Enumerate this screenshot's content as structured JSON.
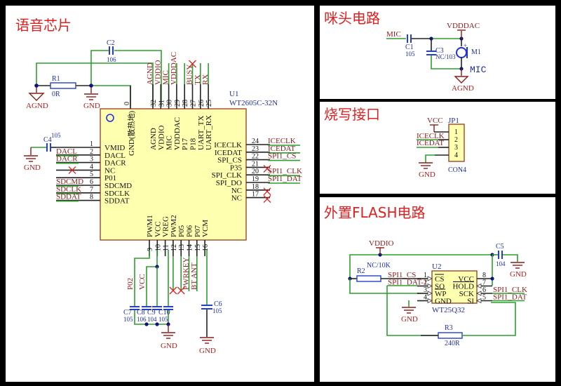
{
  "sections": {
    "voice_chip": {
      "title": "语音芯片",
      "chip": {
        "ref": "U1",
        "part": "WT2605C-32N",
        "thermal_pin_label": "GND(散热地)",
        "thermal_pin_num": "0",
        "left_pins": [
          {
            "num": "1",
            "name": "VMID",
            "net": ""
          },
          {
            "num": "2",
            "name": "DACL",
            "net": "DACL"
          },
          {
            "num": "3",
            "name": "DACR",
            "net": "DACR"
          },
          {
            "num": "4",
            "name": "NC",
            "net": "",
            "nc": true
          },
          {
            "num": "5",
            "name": "P01",
            "net": ""
          },
          {
            "num": "6",
            "name": "SDCMD",
            "net": "SDCMD"
          },
          {
            "num": "7",
            "name": "SDCLK",
            "net": "SDCLK"
          },
          {
            "num": "8",
            "name": "SDDAT",
            "net": "SDDAT"
          }
        ],
        "top_pins": [
          {
            "num": "32",
            "name": "AGND",
            "net": "AGND"
          },
          {
            "num": "31",
            "name": "VDDIO",
            "net": "VDDIO"
          },
          {
            "num": "30",
            "name": "MIC",
            "net": "MIC"
          },
          {
            "num": "29",
            "name": "VDDDAC",
            "net": "VDDDAC"
          },
          {
            "num": "28",
            "name": "P17",
            "net": ""
          },
          {
            "num": "27",
            "name": "P18",
            "net": "BUSY",
            "nc": true
          },
          {
            "num": "26",
            "name": "UART_TX",
            "net": "TX"
          },
          {
            "num": "25",
            "name": "UART_RX",
            "net": "RX"
          }
        ],
        "right_pins": [
          {
            "num": "24",
            "name": "ICECLK",
            "net": "ICECLK"
          },
          {
            "num": "23",
            "name": "ICEDAT",
            "net": "ICEDAT"
          },
          {
            "num": "22",
            "name": "SPI_CS",
            "net": "SPI1_CS"
          },
          {
            "num": "21",
            "name": "P35",
            "net": "",
            "nc": true
          },
          {
            "num": "20",
            "name": "SPI_CLK",
            "net": "SPI1_CLK"
          },
          {
            "num": "19",
            "name": "SPI_DO",
            "net": "SPI1_DAT"
          },
          {
            "num": "18",
            "name": "NC",
            "net": "",
            "nc": true
          },
          {
            "num": "17",
            "name": "NC",
            "net": "",
            "nc": true
          }
        ],
        "bottom_pins": [
          {
            "num": "9",
            "name": "PWM1",
            "net": "P02"
          },
          {
            "num": "10",
            "name": "VCC",
            "net": "VCC"
          },
          {
            "num": "11",
            "name": "VREG",
            "net": ""
          },
          {
            "num": "12",
            "name": "PWM2",
            "net": "",
            "nc": true
          },
          {
            "num": "13",
            "name": "P05",
            "net": "",
            "nc": true
          },
          {
            "num": "14",
            "name": "P06",
            "net": "PWRKEY"
          },
          {
            "num": "15",
            "name": "P07",
            "net": "BT_ANT"
          },
          {
            "num": "16",
            "name": "VCM",
            "net": ""
          }
        ]
      },
      "components": {
        "R1": {
          "ref": "R1",
          "value": "0R"
        },
        "C2": {
          "ref": "C2",
          "value": "106"
        },
        "C4": {
          "ref": "C4",
          "value": "105"
        },
        "C6": {
          "ref": "C6",
          "value": "105"
        },
        "C7": {
          "ref": "C7",
          "value": "105"
        },
        "C8": {
          "ref": "C8",
          "value": "106"
        },
        "C9": {
          "ref": "C9",
          "value": "104"
        },
        "C10": {
          "ref": "C10",
          "value": "105"
        }
      },
      "power_labels": {
        "agnd": "AGND",
        "gnd": "GND"
      }
    },
    "mic_circuit": {
      "title": "咪头电路",
      "net_in": "MIC",
      "supply": "VDDDAC",
      "ground": "AGND",
      "C1": {
        "ref": "C1",
        "value": "105"
      },
      "C3": {
        "ref": "C3",
        "value": "NC/103"
      },
      "M1": {
        "ref": "M1",
        "label": "MIC"
      }
    },
    "program_port": {
      "title": "烧写接口",
      "connector": {
        "ref": "JP1",
        "part": "CON4",
        "pins": [
          "1",
          "2",
          "3",
          "4"
        ]
      },
      "nets": {
        "vcc": "VCC",
        "iceclk": "ICECLK",
        "icedat": "ICEDAT",
        "gnd": "GND"
      }
    },
    "flash_circuit": {
      "title": "外置FLASH电路",
      "chip": {
        "ref": "U2",
        "part": "WT25Q32",
        "left_pins": [
          {
            "num": "1",
            "name": "CS",
            "net": "SPI1_CS"
          },
          {
            "num": "2",
            "name": "SO",
            "net": "SPI1_DAT-1"
          },
          {
            "num": "3",
            "name": "WP",
            "net": ""
          },
          {
            "num": "4",
            "name": "GND",
            "net": ""
          }
        ],
        "right_pins": [
          {
            "num": "8",
            "name": "VCC",
            "net": ""
          },
          {
            "num": "7",
            "name": "HOLD",
            "net": ""
          },
          {
            "num": "6",
            "name": "SCK",
            "net": "SPI1_CLK"
          },
          {
            "num": "5",
            "name": "SI",
            "net": "SPI1_DAT"
          }
        ]
      },
      "supply": "VDDIO",
      "R2": {
        "ref": "R2",
        "value": "NC/10K"
      },
      "R3": {
        "ref": "R3",
        "value": "240R"
      },
      "C5": {
        "ref": "C5",
        "value": "104"
      },
      "gnd": "GND"
    }
  }
}
